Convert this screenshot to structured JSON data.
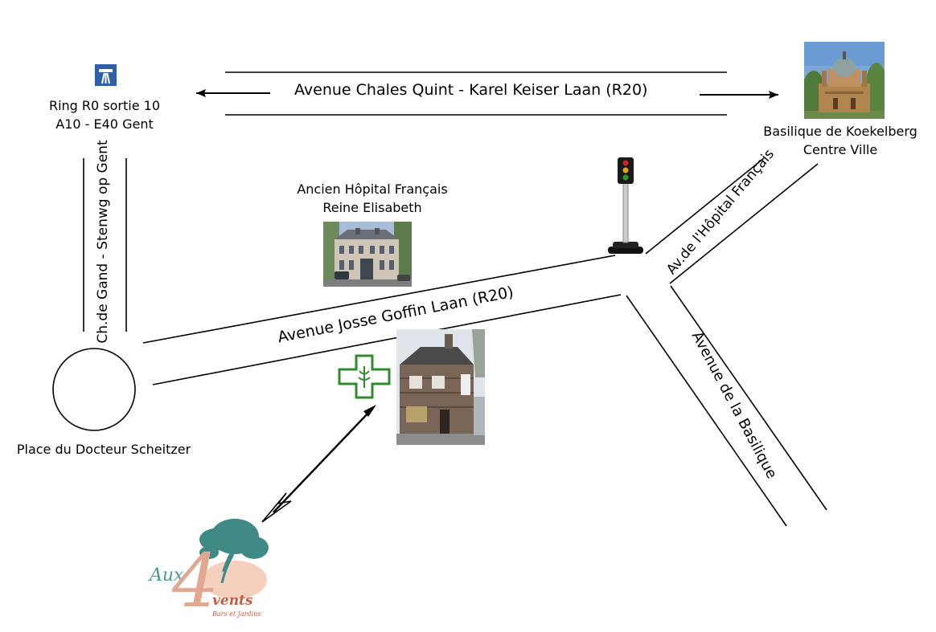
{
  "roads": {
    "top": "Avenue Chales Quint - Karel Keiser Laan (R20)",
    "main": "Avenue Josse Goffin Laan (R20)",
    "left": "Ch.de Gand - Stenwg op Gent",
    "hopital": "Av.de l'Hôpital Français",
    "basilique": "Avenue de la Basilique"
  },
  "places": {
    "ring_line1": "Ring R0 sortie 10",
    "ring_line2": "A10 - E40 Gent",
    "basilique_line1": "Basilique de Koekelberg",
    "basilique_line2": "Centre Ville",
    "hospital_line1": "Ancien Hôpital Français",
    "hospital_line2": "Reine Elisabeth",
    "square": "Place du Docteur Scheitzer"
  },
  "logo": {
    "word1": "Aux",
    "numeral": "4",
    "word2": "vents",
    "tagline": "Bars et Jardins"
  },
  "colors": {
    "road_line": "#000000",
    "motorway_sign": "#2f5fa8",
    "pharmacy_green": "#2e8b2e",
    "logo_tree": "#3f8a86",
    "logo_peach": "#e8a890",
    "logo_red": "#c45a40"
  },
  "icons": {
    "motorway": "motorway-sign-icon",
    "traffic_light": "traffic-light-icon",
    "pharmacy": "pharmacy-cross-icon"
  }
}
